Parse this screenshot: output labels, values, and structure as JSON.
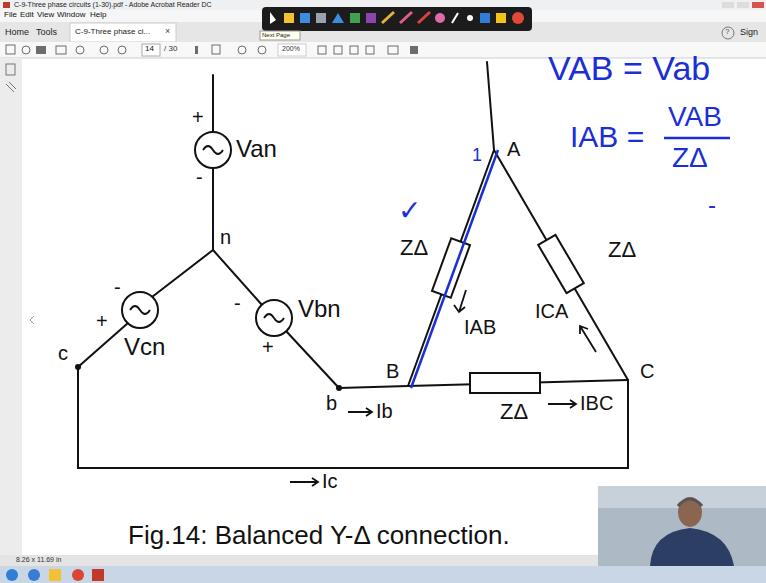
{
  "diagram": {
    "caption": "Fig.14: Balanced Y-Δ connection.",
    "labels": [
      "C-9-Three phase circuits (1-30).pdf - Adobe Acrobat Reader DC",
      "File",
      "Edit",
      "View",
      "Window",
      "Help",
      "Home",
      "Tools",
      "C-9-Three phase ci...",
      "×",
      "?",
      "Sign",
      "14",
      "/ 30",
      "200%",
      "Next Page",
      "+",
      "-",
      "Van",
      "n",
      "-",
      "+",
      "Vcn",
      "-",
      "+",
      "Vbn",
      "c",
      "b",
      "A",
      "B",
      "C",
      "ZΔ",
      "ZΔ",
      "ZΔ",
      "IAB",
      "ICA",
      "Ib",
      "IBC",
      "Ic",
      "1",
      "✓",
      "VAB = Vab",
      "IAB =",
      "VAB",
      "ZΔ",
      "-",
      "8.26 x 11.69 in"
    ]
  }
}
